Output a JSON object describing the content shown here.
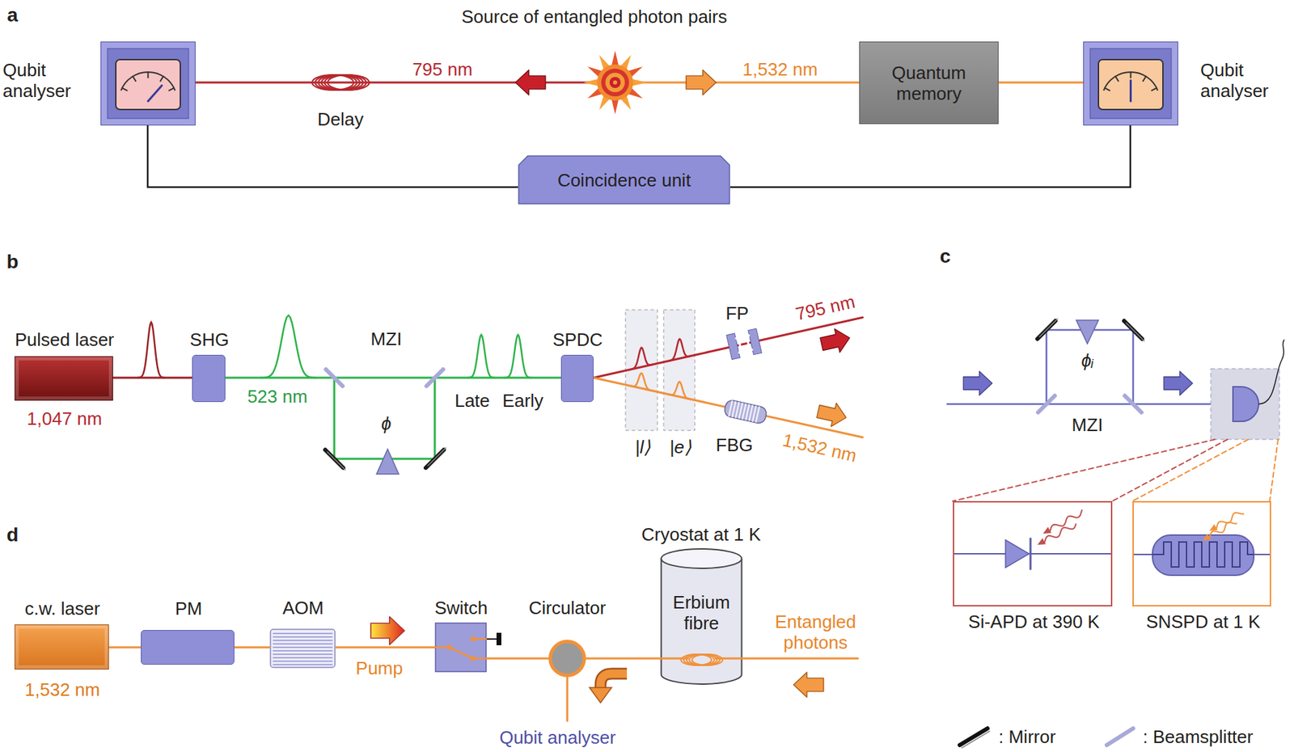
{
  "diagram": {
    "nodes": [
      {
        "text": [
          "Qubit analyser"
        ]
      },
      {
        "text": [
          "Source of entangled photon pairs"
        ]
      },
      {
        "text": [
          "Quantum memory"
        ]
      },
      {
        "text": [
          "Qubit analyser"
        ]
      },
      {
        "text": [
          "Coincidence unit"
        ]
      },
      {
        "text": [
          "Pulsed laser",
          "1,047 nm"
        ]
      },
      {
        "text": [
          "SHG"
        ]
      },
      {
        "text": [
          "SPDC"
        ]
      },
      {
        "text": [
          "Si-APD at 390 K"
        ]
      },
      {
        "text": [
          "SNSPD at 1 K"
        ]
      },
      {
        "text": [
          "c.w. laser",
          "1,532 nm"
        ]
      },
      {
        "text": [
          "PM"
        ]
      },
      {
        "text": [
          "AOM"
        ]
      },
      {
        "text": [
          "Switch"
        ]
      },
      {
        "text": [
          "Circulator"
        ]
      },
      {
        "text": [
          "Cryostat at 1 K",
          "Erbium fibre"
        ]
      }
    ],
    "edges": [
      {
        "from": 1,
        "to": 0,
        "arrow": "none",
        "label": "795 nm"
      },
      {
        "from": 1,
        "to": 2,
        "arrow": "none",
        "label": "1,532 nm"
      },
      {
        "from": 2,
        "to": 3,
        "arrow": "none"
      },
      {
        "from": 0,
        "to": 4,
        "arrow": "none"
      },
      {
        "from": 3,
        "to": 4,
        "arrow": "none"
      },
      {
        "from": 5,
        "to": 6,
        "arrow": "none"
      },
      {
        "from": 6,
        "to": 7,
        "arrow": "none",
        "label": "523 nm"
      },
      {
        "from": 10,
        "to": 11,
        "arrow": "none"
      },
      {
        "from": 11,
        "to": 12,
        "arrow": "none"
      },
      {
        "from": 12,
        "to": 13,
        "arrow": "none",
        "label": "Pump"
      },
      {
        "from": 13,
        "to": 14,
        "arrow": "none"
      },
      {
        "from": 14,
        "to": 15,
        "arrow": "none"
      }
    ],
    "labels": [
      "a",
      "Delay",
      "b",
      "MZI",
      "ϕ",
      "Late",
      "Early",
      "|l⟩",
      "|e⟩",
      "FP",
      "795 nm",
      "FBG",
      "1,532 nm",
      "c",
      "ϕᵢ",
      "MZI",
      "d",
      "Entangled photons",
      "Qubit analyser"
    ],
    "legend": [
      {
        "text": ": Mirror"
      },
      {
        "text": ": Beamsplitter"
      }
    ]
  }
}
